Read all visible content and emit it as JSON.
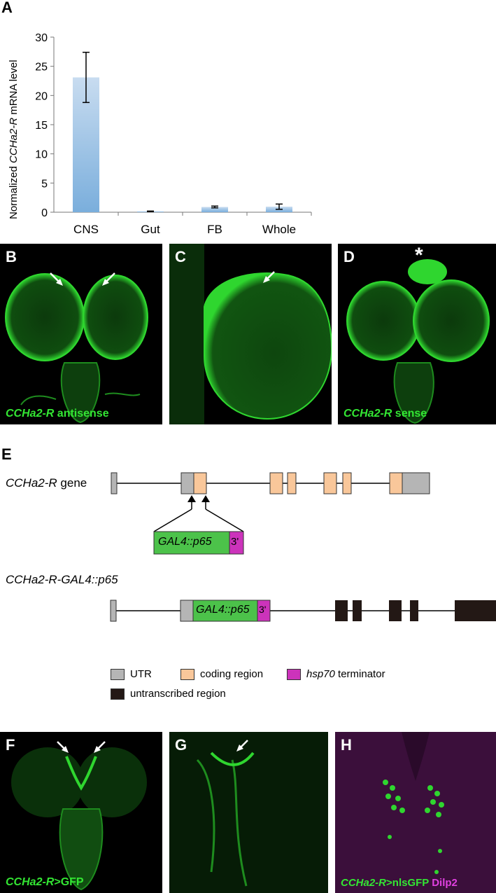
{
  "panels": {
    "a": "A",
    "b": "B",
    "c": "C",
    "d": "D",
    "e": "E",
    "f": "F",
    "g": "G",
    "h": "H"
  },
  "chart_data": {
    "type": "bar",
    "categories": [
      "CNS",
      "Gut",
      "FB",
      "Whole"
    ],
    "values": [
      23.1,
      0.15,
      0.9,
      0.95
    ],
    "errors": [
      4.3,
      0.05,
      0.15,
      0.45
    ],
    "yticks": [
      "0",
      "5",
      "10",
      "15",
      "20",
      "25",
      "30"
    ],
    "ylim": [
      0,
      30
    ],
    "ylabel_pre": "Normalized ",
    "ylabel_ital": "CCHa2-R",
    "ylabel_post": " mRNA level",
    "bar_color": "#7aaedc"
  },
  "captions": {
    "b": {
      "ital": "CCHa2-R",
      "rest": " antisense"
    },
    "d": {
      "ital": "CCHa2-R",
      "rest": " sense"
    },
    "f": {
      "ital": "CCHa2-R",
      "rest": ">GFP"
    },
    "h": {
      "ital": "CCHa2-R",
      "rest": ">nlsGFP ",
      "mag": "Dilp2"
    }
  },
  "star_mark": "*",
  "gene": {
    "gene_ital": "CCHa2-R",
    "gene_rest": " gene",
    "construct_label": "GAL4::p65",
    "construct_3": "3'",
    "fusion_label": "CCHa2-R-GAL4::p65"
  },
  "legend": {
    "utr": "UTR",
    "coding": "coding region",
    "hsp_ital": "hsp70",
    "hsp_rest": " terminator",
    "untranscribed": "untranscribed region"
  },
  "colors": {
    "utr": "#b5b5b5",
    "coding": "#f9c79a",
    "hsp70": "#cc33bb",
    "untranscribed": "#231815",
    "gal4": "#4cc24a",
    "fluor_green": "#33e633",
    "fluor_magenta": "#e040e0"
  }
}
